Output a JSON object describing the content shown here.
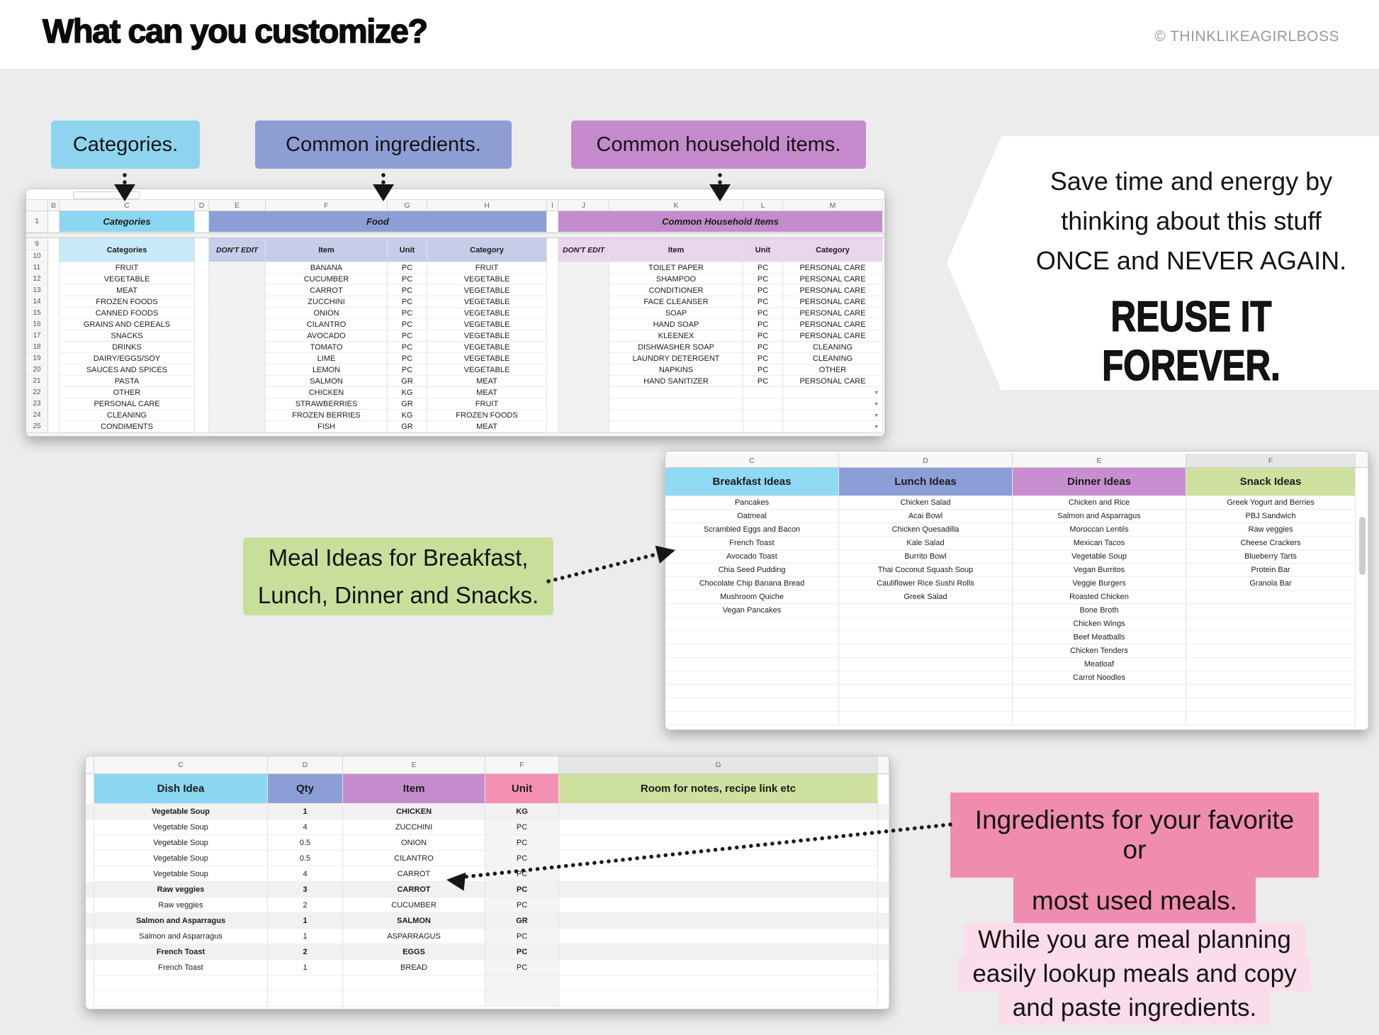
{
  "header": {
    "title": "What can you customize?",
    "credit": "© THINKLIKEAGIRLBOSS"
  },
  "palette": {
    "page_bg": "#ECECEC",
    "cyan": "#8FD4EF",
    "cyan_light": "#C9EAF8",
    "periwinkle": "#8C9ED4",
    "periwinkle_light": "#C6CDE9",
    "purple": "#C48ACB",
    "purple_light": "#EBD4ED",
    "green": "#C8DF9C",
    "green_header": "#CFE19E",
    "pink_header": "#F490B3",
    "pink_dark": "#F18CB1",
    "pink_light": "#FBDCEA"
  },
  "top_labels": [
    {
      "label": "Categories."
    },
    {
      "label": "Common ingredients."
    },
    {
      "label": "Common household items."
    }
  ],
  "banner": {
    "lines": [
      "Save time and energy by",
      "thinking about this stuff",
      "ONCE and NEVER AGAIN."
    ],
    "emphasis": "REUSE IT FOREVER."
  },
  "meal_ideas_label": {
    "lines": [
      "Meal Ideas for Breakfast,",
      "Lunch, Dinner and Snacks."
    ]
  },
  "ingredients_label": {
    "lines": [
      "Ingredients for your favorite or",
      "most used meals."
    ]
  },
  "planning_label": {
    "lines": [
      "While you are meal planning",
      "easily lookup meals and copy",
      "and paste ingredients."
    ]
  },
  "sheet1": {
    "column_letters": [
      "B",
      "C",
      "D",
      "E",
      "F",
      "G",
      "H",
      "I",
      "J",
      "K",
      "L",
      "M"
    ],
    "first_row_number": "1",
    "header_row_numbers": [
      "9",
      "10"
    ],
    "data_row_numbers": [
      "11",
      "12",
      "13",
      "14",
      "15",
      "16",
      "17",
      "18",
      "19",
      "20",
      "21",
      "22",
      "23",
      "24",
      "25"
    ],
    "groups": [
      {
        "title": "Categories"
      },
      {
        "title": "Food"
      },
      {
        "title": "Common Household Items"
      }
    ],
    "subheaders": {
      "categories": "Categories",
      "dont_edit": "DON'T EDIT",
      "item": "Item",
      "unit": "Unit",
      "category": "Category"
    },
    "categories": [
      "FRUIT",
      "VEGETABLE",
      "MEAT",
      "FROZEN FOODS",
      "CANNED FOODS",
      "GRAINS AND CEREALS",
      "SNACKS",
      "DRINKS",
      "DAIRY/EGGS/SOY",
      "SAUCES AND SPICES",
      "PASTA",
      "OTHER",
      "PERSONAL CARE",
      "CLEANING",
      "CONDIMENTS"
    ],
    "food": [
      [
        "BANANA",
        "PC",
        "FRUIT"
      ],
      [
        "CUCUMBER",
        "PC",
        "VEGETABLE"
      ],
      [
        "CARROT",
        "PC",
        "VEGETABLE"
      ],
      [
        "ZUCCHINI",
        "PC",
        "VEGETABLE"
      ],
      [
        "ONION",
        "PC",
        "VEGETABLE"
      ],
      [
        "CILANTRO",
        "PC",
        "VEGETABLE"
      ],
      [
        "AVOCADO",
        "PC",
        "VEGETABLE"
      ],
      [
        "TOMATO",
        "PC",
        "VEGETABLE"
      ],
      [
        "LIME",
        "PC",
        "VEGETABLE"
      ],
      [
        "LEMON",
        "PC",
        "VEGETABLE"
      ],
      [
        "SALMON",
        "GR",
        "MEAT"
      ],
      [
        "CHICKEN",
        "KG",
        "MEAT"
      ],
      [
        "STRAWBERRIES",
        "GR",
        "FRUIT"
      ],
      [
        "FROZEN BERRIES",
        "KG",
        "FROZEN FOODS"
      ],
      [
        "FISH",
        "GR",
        "MEAT"
      ]
    ],
    "household": [
      [
        "TOILET PAPER",
        "PC",
        "PERSONAL CARE"
      ],
      [
        "SHAMPOO",
        "PC",
        "PERSONAL CARE"
      ],
      [
        "CONDITIONER",
        "PC",
        "PERSONAL CARE"
      ],
      [
        "FACE CLEANSER",
        "PC",
        "PERSONAL CARE"
      ],
      [
        "SOAP",
        "PC",
        "PERSONAL CARE"
      ],
      [
        "HAND SOAP",
        "PC",
        "PERSONAL CARE"
      ],
      [
        "KLEENEX",
        "PC",
        "PERSONAL CARE"
      ],
      [
        "DISHWASHER SOAP",
        "PC",
        "CLEANING"
      ],
      [
        "LAUNDRY DETERGENT",
        "PC",
        "CLEANING"
      ],
      [
        "NAPKINS",
        "PC",
        "OTHER"
      ],
      [
        "HAND SANITIZER",
        "PC",
        "PERSONAL CARE"
      ]
    ]
  },
  "sheet2": {
    "column_letters": [
      "C",
      "D",
      "E",
      "F"
    ],
    "headers": [
      {
        "label": "Breakfast Ideas"
      },
      {
        "label": "Lunch Ideas"
      },
      {
        "label": "Dinner Ideas"
      },
      {
        "label": "Snack Ideas"
      }
    ],
    "breakfast": [
      "Pancakes",
      "Oatmeal",
      "Scrambled Eggs and Bacon",
      "French Toast",
      "Avocado Toast",
      "Chia Seed Pudding",
      "Chocolate Chip Banana Bread",
      "Mushroom Quiche",
      "Vegan Pancakes"
    ],
    "lunch": [
      "Chicken Salad",
      "Acai Bowl",
      "Chicken Quesadilla",
      "Kale Salad",
      "Burrito Bowl",
      "Thai Coconut Squash Soup",
      "Cauliflower Rice Sushi Rolls",
      "Greek Salad"
    ],
    "dinner": [
      "Chicken and Rice",
      "Salmon and Asparragus",
      "Moroccan Lentils",
      "Mexican Tacos",
      "Vegetable Soup",
      "Vegan Burritos",
      "Veggie Burgers",
      "Roasted Chicken",
      "Bone Broth",
      "Chicken Wings",
      "Beef Meatballs",
      "Chicken Tenders",
      "Meatloaf",
      "Carrot Noodles"
    ],
    "snack": [
      "Greek Yogurt and Berries",
      "PBJ Sandwich",
      "Raw veggies",
      "Cheese Crackers",
      "Blueberry Tarts",
      "Protein Bar",
      "Granola Bar"
    ]
  },
  "sheet3": {
    "column_letters": [
      "C",
      "D",
      "E",
      "F",
      "G"
    ],
    "headers": [
      {
        "label": "Dish Idea"
      },
      {
        "label": "Qty"
      },
      {
        "label": "Item"
      },
      {
        "label": "Unit"
      },
      {
        "label": "Room for notes, recipe link etc"
      }
    ],
    "rows": [
      {
        "d": "Vegetable Soup",
        "q": "1",
        "i": "CHICKEN",
        "u": "KG",
        "b": true
      },
      {
        "d": "Vegetable Soup",
        "q": "4",
        "i": "ZUCCHINI",
        "u": "PC",
        "b": false
      },
      {
        "d": "Vegetable Soup",
        "q": "0.5",
        "i": "ONION",
        "u": "PC",
        "b": false
      },
      {
        "d": "Vegetable Soup",
        "q": "0.5",
        "i": "CILANTRO",
        "u": "PC",
        "b": false
      },
      {
        "d": "Vegetable Soup",
        "q": "4",
        "i": "CARROT",
        "u": "PC",
        "b": false
      },
      {
        "d": "Raw veggies",
        "q": "3",
        "i": "CARROT",
        "u": "PC",
        "b": true
      },
      {
        "d": "Raw veggies",
        "q": "2",
        "i": "CUCUMBER",
        "u": "PC",
        "b": false
      },
      {
        "d": "Salmon and Asparragus",
        "q": "1",
        "i": "SALMON",
        "u": "GR",
        "b": true
      },
      {
        "d": "Salmon and Asparragus",
        "q": "1",
        "i": "ASPARRAGUS",
        "u": "PC",
        "b": false
      },
      {
        "d": "French Toast",
        "q": "2",
        "i": "EGGS",
        "u": "PC",
        "b": true
      },
      {
        "d": "French Toast",
        "q": "1",
        "i": "BREAD",
        "u": "PC",
        "b": false
      },
      {
        "d": "",
        "q": "",
        "i": "",
        "u": "",
        "b": false
      },
      {
        "d": "",
        "q": "",
        "i": "",
        "u": "",
        "b": false
      }
    ]
  }
}
